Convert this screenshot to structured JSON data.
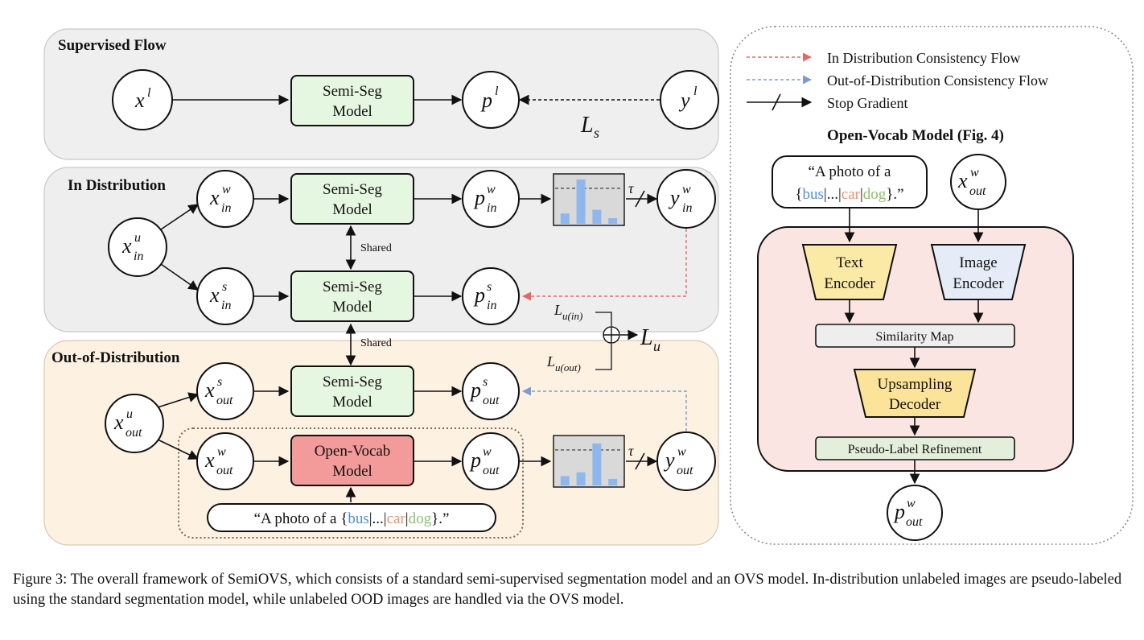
{
  "colors": {
    "supervised_bg": "#efefef",
    "in_dist_bg": "#eeeeee",
    "ood_bg": "#fdf1e2",
    "semi_seg_fill": "#e6f7e1",
    "open_vocab_fill": "#f39a9a",
    "ovs_panel_fill": "#fbe5e3",
    "text_encoder_fill": "#fbe9a6",
    "image_encoder_fill": "#e5ecf8",
    "similarity_fill": "#eeeeee",
    "upsampling_fill": "#fce39a",
    "refinement_fill": "#e3efdb",
    "in_flow_color": "#e06a6a",
    "ood_flow_color": "#7d9bd1",
    "bus_color": "#4a90d9",
    "car_color": "#f0906a",
    "dog_color": "#8dc26f",
    "hist_bar_color": "#8fb7ee",
    "hist_bg": "#d9d9d9"
  },
  "sections": {
    "supervised": "Supervised Flow",
    "in_distribution": "In Distribution",
    "out_of_distribution": "Out-of-Distribution"
  },
  "nodes": {
    "x_l": {
      "base": "x",
      "sup": "l"
    },
    "p_l": {
      "base": "p",
      "sup": "l"
    },
    "y_l": {
      "base": "y",
      "sup": "l"
    },
    "x_in_u": {
      "base": "x",
      "sup": "u",
      "sub": "in"
    },
    "x_in_w": {
      "base": "x",
      "sup": "w",
      "sub": "in"
    },
    "x_in_s": {
      "base": "x",
      "sup": "s",
      "sub": "in"
    },
    "p_in_w": {
      "base": "p",
      "sup": "w",
      "sub": "in"
    },
    "p_in_s": {
      "base": "p",
      "sup": "s",
      "sub": "in"
    },
    "y_in_w": {
      "base": "y",
      "sup": "w",
      "sub": "in"
    },
    "x_out_u": {
      "base": "x",
      "sup": "u",
      "sub": "out"
    },
    "x_out_s": {
      "base": "x",
      "sup": "s",
      "sub": "out"
    },
    "x_out_w": {
      "base": "x",
      "sup": "w",
      "sub": "out"
    },
    "p_out_s": {
      "base": "p",
      "sup": "s",
      "sub": "out"
    },
    "p_out_w": {
      "base": "p",
      "sup": "w",
      "sub": "out"
    },
    "y_out_w": {
      "base": "y",
      "sup": "w",
      "sub": "out"
    },
    "x_out_w_right": {
      "base": "x",
      "sup": "w",
      "sub": "out"
    },
    "p_out_w_right": {
      "base": "p",
      "sup": "w",
      "sub": "out"
    }
  },
  "models": {
    "semi_seg_line1": "Semi-Seg",
    "semi_seg_line2": "Model",
    "open_vocab_line1": "Open-Vocab",
    "open_vocab_line2": "Model"
  },
  "shared_label": "Shared",
  "tau": "τ",
  "losses": {
    "L_s": {
      "base": "L",
      "sub": "s"
    },
    "L_u_in": {
      "base": "L",
      "sub": "u(in)"
    },
    "L_u_out": {
      "base": "L",
      "sub": "u(out)"
    },
    "L_u": {
      "base": "L",
      "sub": "u"
    }
  },
  "histograms": {
    "in_dist": [
      0.22,
      0.95,
      0.3,
      0.12
    ],
    "ood": [
      0.2,
      0.28,
      0.9,
      0.14
    ]
  },
  "prompt": {
    "prefix": "“A photo of a {",
    "bus": "bus",
    "sep1": "|...|",
    "car": "car",
    "sep2": "|",
    "dog": "dog",
    "suffix": "}.”",
    "line1": "“A photo of a",
    "line2_open": "{",
    "line2_close": "}.”"
  },
  "legend": {
    "in_flow": "In Distribution Consistency Flow",
    "ood_flow": "Out-of-Distribution Consistency Flow",
    "stop_gradient": "Stop Gradient"
  },
  "ovs_panel": {
    "title": "Open-Vocab Model (Fig. 4)",
    "text_encoder_line1": "Text",
    "text_encoder_line2": "Encoder",
    "image_encoder_line1": "Image",
    "image_encoder_line2": "Encoder",
    "similarity_map": "Similarity Map",
    "upsampling_line1": "Upsampling",
    "upsampling_line2": "Decoder",
    "refinement": "Pseudo-Label Refinement"
  },
  "caption": "Figure 3: The overall framework of SemiOVS, which consists of a standard semi-supervised segmentation model and an OVS model. In-distribution unlabeled images are pseudo-labeled using the standard segmentation model, while unlabeled OOD images are handled via the OVS model."
}
